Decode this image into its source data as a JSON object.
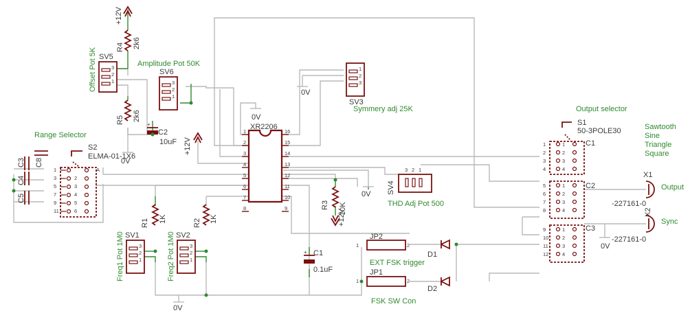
{
  "ic": {
    "name": "XR2206",
    "pins_left": [
      "1",
      "2",
      "3",
      "4",
      "5",
      "6",
      "7",
      "8"
    ],
    "pins_right": [
      "16",
      "15",
      "14",
      "13",
      "12",
      "11",
      "10",
      "9"
    ]
  },
  "supplies": {
    "v12_top": "+12V",
    "v12_mid": "+12V",
    "v12_r3": "+12V"
  },
  "grounds": {
    "g1": "0V",
    "g2": "0V",
    "g3": "0V",
    "g4": "0V",
    "g5": "0V",
    "g6": "0V"
  },
  "resistors": {
    "r4": "R4",
    "r4v": "2k6",
    "r5": "R5",
    "r5v": "2k6",
    "r1": "R1",
    "r1v": "1K",
    "r2": "R2",
    "r2v": "1K",
    "r3": "R3",
    "r3v": "10K"
  },
  "caps": {
    "c2": "C2",
    "c2v": "10uF",
    "c1": "C1",
    "c1v": "0.1uF",
    "c3": "C3",
    "c4": "C4",
    "c5": "C5",
    "c8": "C8"
  },
  "pots": {
    "sv5": {
      "ref": "SV5",
      "label": "Offset Pot 5K"
    },
    "sv6": {
      "ref": "SV6",
      "label": "Amplitude Pot 50K"
    },
    "sv3": {
      "ref": "SV3",
      "label": "Symmery adj 25K"
    },
    "sv4": {
      "ref": "SV4",
      "label": "THD Adj Pot 500"
    },
    "sv1": {
      "ref": "SV1",
      "label": "Freq1 Pot 1M0"
    },
    "sv2": {
      "ref": "SV2",
      "label": "Freq2 Pot 1M0"
    }
  },
  "pot_pins": [
    "3",
    "2",
    "1"
  ],
  "sv3_pins": [
    "1",
    "2",
    "3"
  ],
  "range_selector": {
    "title": "Range Selector",
    "ref": "S2",
    "part": "ELMA-01-1X6",
    "a": "A",
    "pins_left": [
      "1",
      "3",
      "5",
      "7",
      "9",
      "11"
    ],
    "pins_right": [
      "2",
      "3",
      "4",
      "5",
      "6"
    ],
    "row0_right": "A"
  },
  "output_selector": {
    "title": "Output selector",
    "ref": "S1",
    "part": "50-3POLE30",
    "c1": "C1",
    "c2": "C2",
    "c3": "C3",
    "pins": [
      "1",
      "2",
      "3",
      "4"
    ],
    "g2pins": [
      "5",
      "6",
      "7",
      "8"
    ],
    "g3pins": [
      "9",
      "10",
      "11",
      "12"
    ]
  },
  "waveforms": [
    "Sawtooth",
    "Sine",
    "Triangle",
    "Square"
  ],
  "connectors": {
    "x1": "X1",
    "x1p": "-227161-0",
    "x1l": "Output",
    "x2": "X2",
    "x2p": "-227161-0",
    "x2l": "Sync"
  },
  "jumpers": {
    "jp2": "JP2",
    "jp2l": "EXT FSK trigger",
    "jp1": "JP1",
    "jp1l": "FSK SW Con",
    "p1": "1",
    "p2": "2"
  },
  "diodes": {
    "d1": "D1",
    "d2": "D2"
  }
}
